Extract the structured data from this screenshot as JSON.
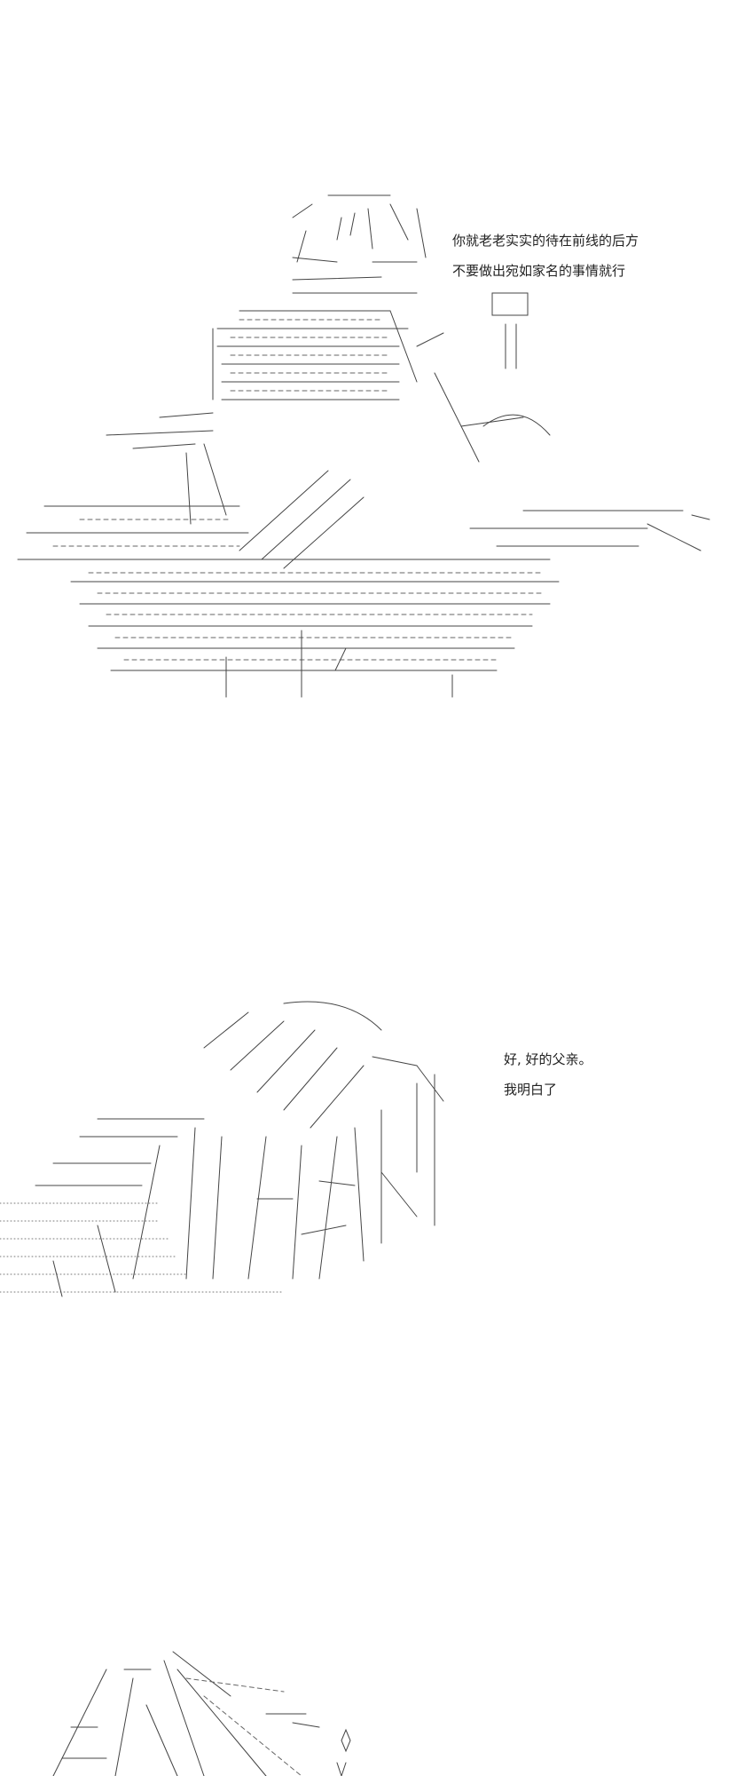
{
  "panels": [
    {
      "id": "panel-1",
      "dialogue": [
        "你就老老实实的待在前线的后方",
        "不要做出宛如家名的事情就行"
      ]
    },
    {
      "id": "panel-2",
      "dialogue": [
        "好, 好的父亲。",
        "我明白了"
      ]
    },
    {
      "id": "panel-3",
      "dialogue": []
    }
  ],
  "colors": {
    "background": "#ffffff",
    "ink": "#444444",
    "text": "#222222"
  }
}
